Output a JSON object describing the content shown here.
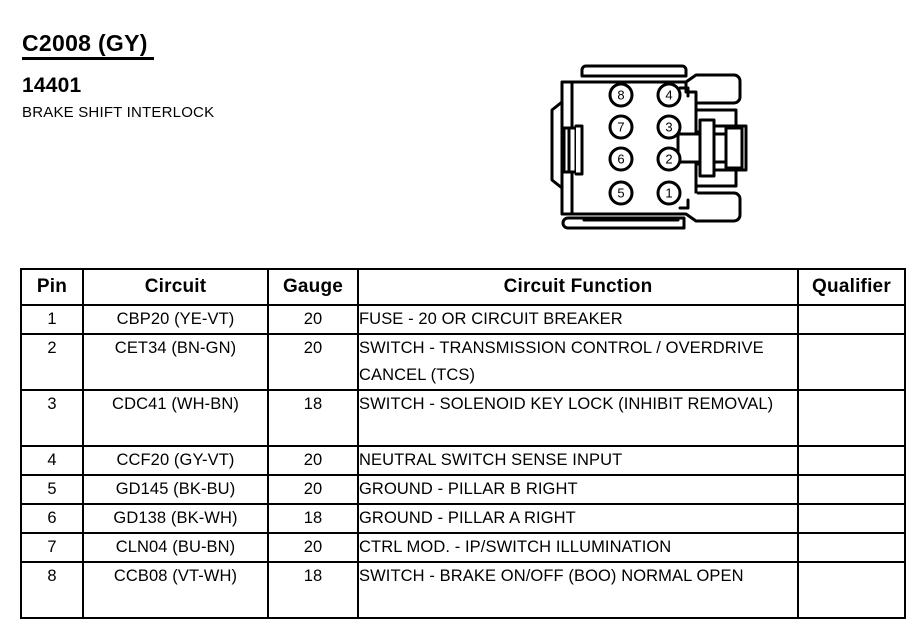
{
  "header": {
    "connector_id": "C2008 (GY)",
    "part_number": "14401",
    "component_name": "BRAKE SHIFT INTERLOCK"
  },
  "connector": {
    "icon": "connector-housing-icon",
    "cavity_count": 8,
    "columns": [
      {
        "name": "left-column",
        "pins": [
          "8",
          "7",
          "6",
          "5"
        ]
      },
      {
        "name": "right-column",
        "pins": [
          "4",
          "3",
          "2",
          "1"
        ]
      }
    ],
    "pins": [
      "8",
      "4",
      "7",
      "3",
      "6",
      "2",
      "5",
      "1"
    ]
  },
  "table": {
    "headers": {
      "pin": "Pin",
      "circuit": "Circuit",
      "gauge": "Gauge",
      "function": "Circuit Function",
      "qualifier": "Qualifier"
    },
    "rows": [
      {
        "pin": "1",
        "circuit": "CBP20 (YE-VT)",
        "gauge": "20",
        "function": "FUSE - 20 OR CIRCUIT BREAKER",
        "qualifier": "",
        "lines": 1
      },
      {
        "pin": "2",
        "circuit": "CET34 (BN-GN)",
        "gauge": "20",
        "function": "SWITCH - TRANSMISSION CONTROL / OVERDRIVE CANCEL (TCS)",
        "qualifier": "",
        "lines": 2
      },
      {
        "pin": "3",
        "circuit": "CDC41 (WH-BN)",
        "gauge": "18",
        "function": "SWITCH - SOLENOID KEY LOCK (INHIBIT REMOVAL)",
        "qualifier": "",
        "lines": 2
      },
      {
        "pin": "4",
        "circuit": "CCF20 (GY-VT)",
        "gauge": "20",
        "function": "NEUTRAL SWITCH SENSE INPUT",
        "qualifier": "",
        "lines": 1
      },
      {
        "pin": "5",
        "circuit": "GD145 (BK-BU)",
        "gauge": "20",
        "function": "GROUND - PILLAR B RIGHT",
        "qualifier": "",
        "lines": 1
      },
      {
        "pin": "6",
        "circuit": "GD138 (BK-WH)",
        "gauge": "18",
        "function": "GROUND - PILLAR A RIGHT",
        "qualifier": "",
        "lines": 1
      },
      {
        "pin": "7",
        "circuit": "CLN04 (BU-BN)",
        "gauge": "20",
        "function": "CTRL MOD. - IP/SWITCH ILLUMINATION",
        "qualifier": "",
        "lines": 1
      },
      {
        "pin": "8",
        "circuit": "CCB08 (VT-WH)",
        "gauge": "18",
        "function": "SWITCH - BRAKE ON/OFF (BOO) NORMAL OPEN",
        "qualifier": "",
        "lines": 2
      }
    ]
  },
  "colors": {
    "line": "#000000",
    "background": "#ffffff"
  }
}
